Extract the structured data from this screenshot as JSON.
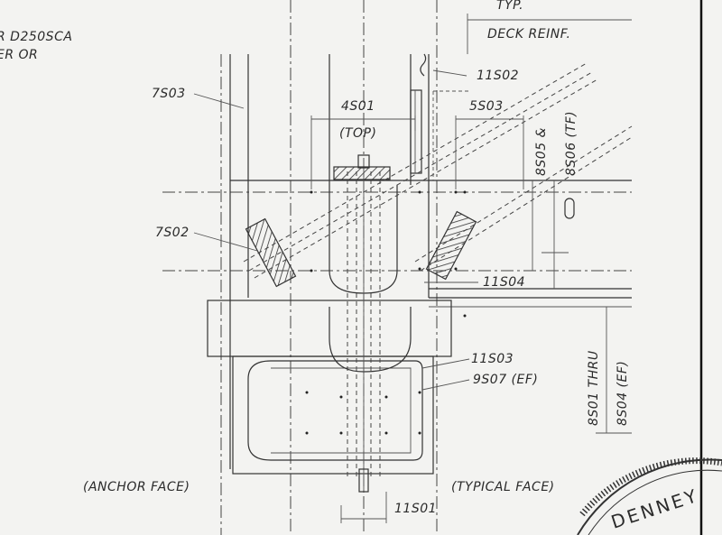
{
  "labels": {
    "top_note_1": "R D250SCA",
    "top_note_2": "ER OR",
    "typ": "TYP.",
    "deck_reinf": "DECK REINF.",
    "s11_02": "11S02",
    "s7_03": "7S03",
    "s4_01": "4S01",
    "top": "(TOP)",
    "s5_03": "5S03",
    "s8_05": "8S05 &",
    "s8_06": "8S06 (TF)",
    "s7_02": "7S02",
    "s11_04": "11S04",
    "s11_03": "11S03",
    "s9_07": "9S07 (EF)",
    "s8_01": "8S01 THRU",
    "s8_04": "8S04 (EF)",
    "anchor_face": "(ANCHOR FACE)",
    "typical_face": "(TYPICAL FACE)",
    "s11_01": "11S01",
    "seal_text": "DENNEY"
  },
  "colors": {
    "ink": "#2b2b2b",
    "paper": "#f3f3f1"
  }
}
